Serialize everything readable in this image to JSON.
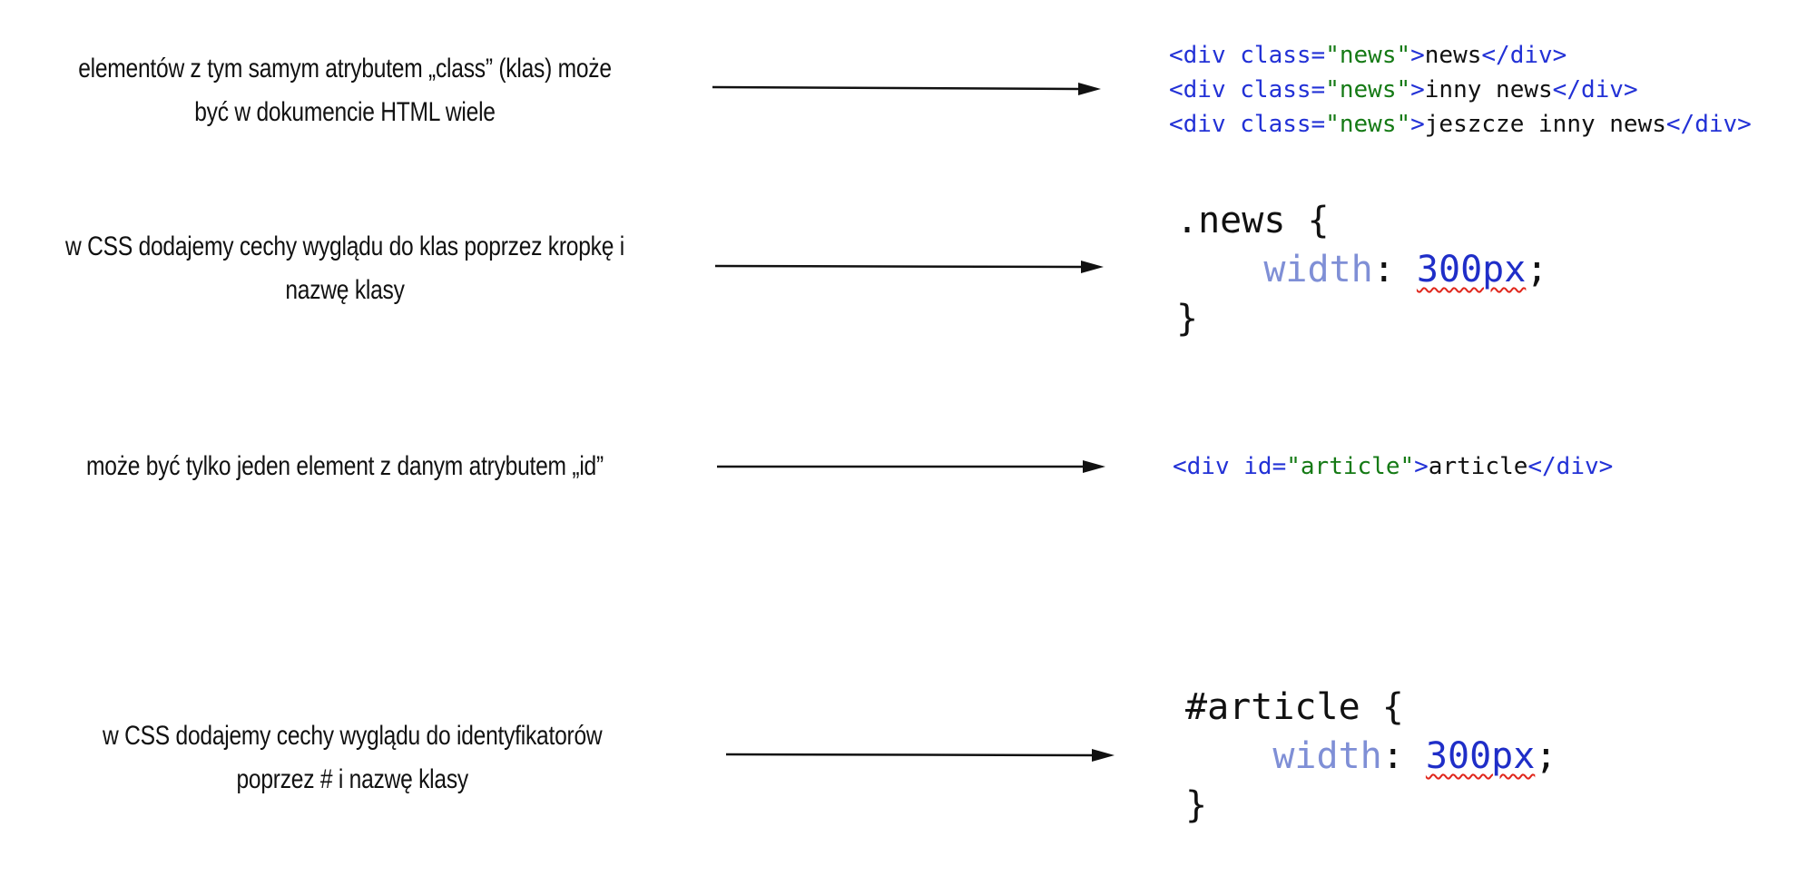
{
  "rows": [
    {
      "description": "elementów z tym samym atrybutem „class” (klas) może być w dokumencie HTML wiele",
      "code_lines": [
        {
          "open": "<div ",
          "attr": "class=",
          "value": "\"news\"",
          "gt": ">",
          "text": "news",
          "close": "</div>"
        },
        {
          "open": "<div ",
          "attr": "class=",
          "value": "\"news\"",
          "gt": ">",
          "text": "inny news",
          "close": "</div>"
        },
        {
          "open": "<div ",
          "attr": "class=",
          "value": "\"news\"",
          "gt": ">",
          "text": "jeszcze inny news",
          "close": "</div>"
        }
      ]
    },
    {
      "description": "w CSS dodajemy cechy wyglądu do klas poprzez kropkę i nazwę klasy",
      "css": {
        "selector": ".news {",
        "property": "width",
        "colon": ": ",
        "value": "300px",
        "semicolon": ";",
        "close": "}"
      }
    },
    {
      "description": "może być tylko jeden element z danym atrybutem „id”",
      "code_lines": [
        {
          "open": "<div ",
          "attr": "id=",
          "value": "\"article\"",
          "gt": ">",
          "text": "article",
          "close": "</div>"
        }
      ]
    },
    {
      "description": "w CSS dodajemy cechy wyglądu do identyfikatorów poprzez # i nazwę klasy",
      "css": {
        "selector": "#article {",
        "property": "width",
        "colon": ": ",
        "value": "300px",
        "semicolon": ";",
        "close": "}"
      }
    }
  ],
  "colors": {
    "tag": "#2231d6",
    "string": "#157a15",
    "property": "#7f8fd6",
    "number": "#1f2ec8",
    "text": "#111111",
    "spellcheck": "#e0261b"
  }
}
